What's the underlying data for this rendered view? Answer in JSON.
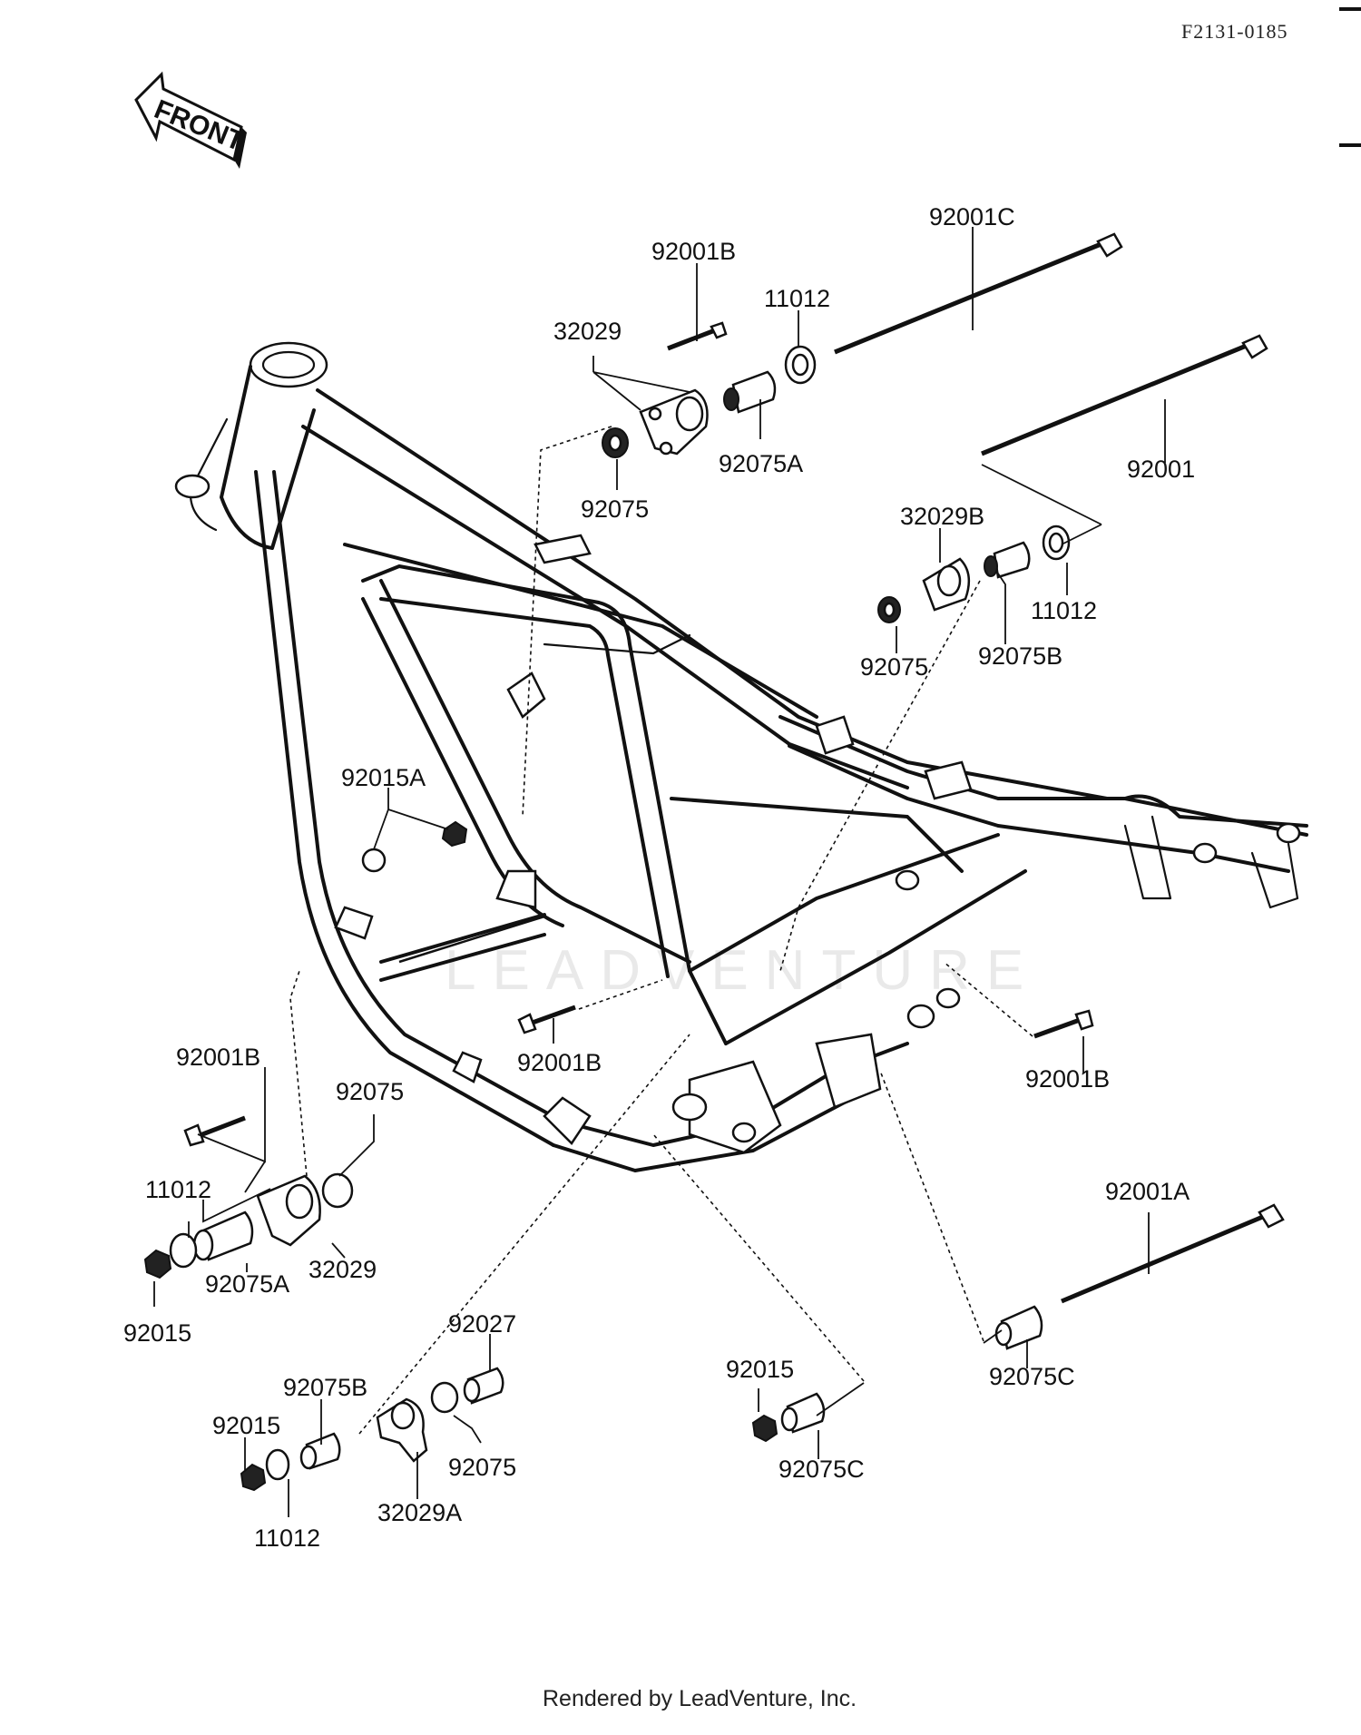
{
  "ref_code": "F2131-0185",
  "front_label": "FRONT",
  "watermark": "LEADVENTURE",
  "footer": "Rendered by LeadVenture, Inc.",
  "callouts": {
    "c_92001C": "92001C",
    "c_92001B_top": "92001B",
    "c_11012_top": "11012",
    "c_32029_top": "32029",
    "c_92075A_top": "92075A",
    "c_92075_top": "92075",
    "c_92001": "92001",
    "c_32029B": "32029B",
    "c_11012_mid": "11012",
    "c_92075_mid": "92075",
    "c_92075B_mid": "92075B",
    "c_92015A": "92015A",
    "c_92001B_center": "92001B",
    "c_92001B_right": "92001B",
    "c_92001B_left": "92001B",
    "c_92075_left": "92075",
    "c_11012_left": "11012",
    "c_32029_left": "32029",
    "c_92075A_left": "92075A",
    "c_92015_left": "92015",
    "c_92001A": "92001A",
    "c_92075C_right": "92075C",
    "c_92027": "92027",
    "c_92075B_low": "92075B",
    "c_92015_low": "92015",
    "c_92075_low": "92075",
    "c_32029A": "32029A",
    "c_11012_low": "11012",
    "c_92015_center": "92015",
    "c_92075C_center": "92075C"
  }
}
